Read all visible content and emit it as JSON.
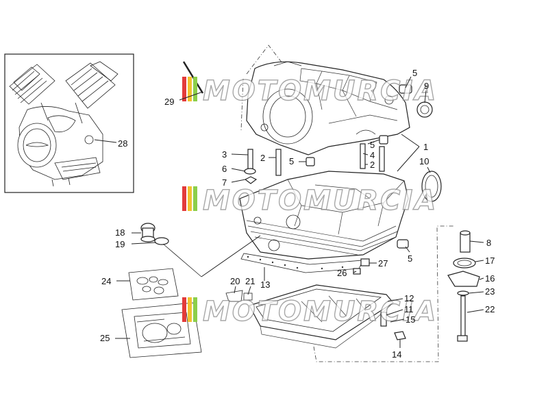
{
  "watermark": {
    "text": "MOTOMURCIA",
    "colors": [
      "#e23b3b",
      "#f2c230",
      "#8ccf4a"
    ]
  },
  "callouts": [
    {
      "id": "c29",
      "text": "29"
    },
    {
      "id": "c28",
      "text": "28"
    },
    {
      "id": "c5a",
      "text": "5"
    },
    {
      "id": "c9",
      "text": "9"
    },
    {
      "id": "c3",
      "text": "3"
    },
    {
      "id": "c2a",
      "text": "2"
    },
    {
      "id": "c6",
      "text": "6"
    },
    {
      "id": "c7",
      "text": "7"
    },
    {
      "id": "c5b",
      "text": "5"
    },
    {
      "id": "c5c",
      "text": "5"
    },
    {
      "id": "c1",
      "text": "1"
    },
    {
      "id": "c4",
      "text": "4"
    },
    {
      "id": "c2b",
      "text": "2"
    },
    {
      "id": "c10",
      "text": "10"
    },
    {
      "id": "c18",
      "text": "18"
    },
    {
      "id": "c19",
      "text": "19"
    },
    {
      "id": "c8",
      "text": "8"
    },
    {
      "id": "c17",
      "text": "17"
    },
    {
      "id": "c5d",
      "text": "5"
    },
    {
      "id": "c27",
      "text": "27"
    },
    {
      "id": "c26",
      "text": "26"
    },
    {
      "id": "c16",
      "text": "16"
    },
    {
      "id": "c24",
      "text": "24"
    },
    {
      "id": "c20",
      "text": "20"
    },
    {
      "id": "c21",
      "text": "21"
    },
    {
      "id": "c13",
      "text": "13"
    },
    {
      "id": "c23",
      "text": "23"
    },
    {
      "id": "c12",
      "text": "12"
    },
    {
      "id": "c11",
      "text": "11"
    },
    {
      "id": "c22",
      "text": "22"
    },
    {
      "id": "c15",
      "text": "15"
    },
    {
      "id": "c25",
      "text": "25"
    },
    {
      "id": "c14",
      "text": "14"
    }
  ]
}
